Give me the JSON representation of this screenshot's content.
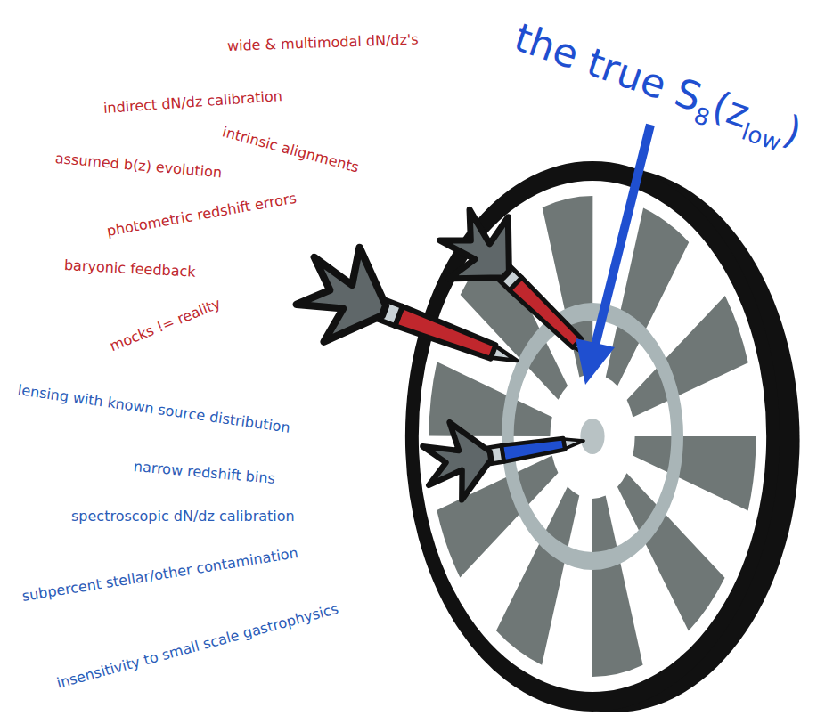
{
  "diagram": {
    "labels": [
      "wide & multimodal dN/dz's",
      "indirect dN/dz calibration",
      "intrinsic alignments",
      "assumed b(z) evolution",
      "photometric redshift errors",
      "baryonic feedback",
      "mocks != reality",
      "lensing with known source distribution",
      "narrow redshift bins",
      "spectroscopic dN/dz calibration",
      "subpercent stellar/other contamination",
      "insensitivity to small scale gastrophysics",
      "the true S",
      "8",
      "(z",
      "low",
      ")"
    ]
  }
}
